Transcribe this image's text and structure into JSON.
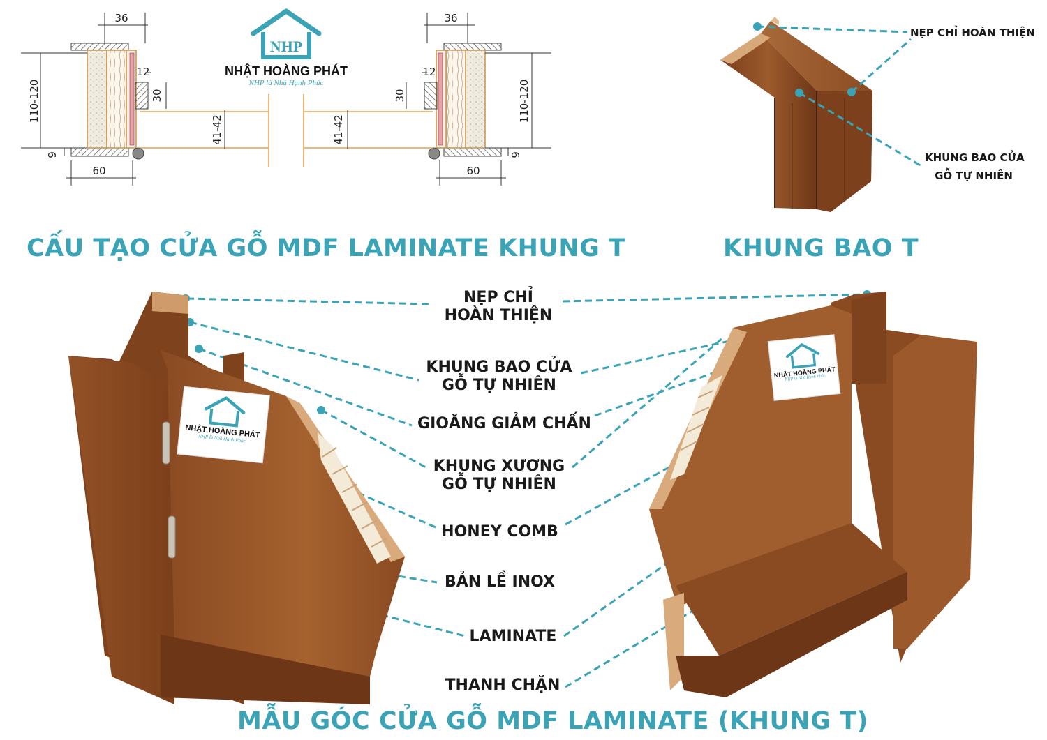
{
  "brand": {
    "name": "NHẬT HOÀNG PHÁT",
    "slogan": "NHP là Nhà Hạnh Phúc",
    "logo_initials": "NHP",
    "color_accent": "#3aa3b6"
  },
  "headings": {
    "structure": "CẤU TẠO CỬA GỖ MDF LAMINATE KHUNG T",
    "frame": "KHUNG BAO T",
    "sample": "MẪU GÓC CỬA GỖ MDF LAMINATE (KHUNG T)"
  },
  "drawing_dims": {
    "left": {
      "top_width": "36",
      "height": "110-120",
      "insert": "12",
      "insert_h": "30",
      "door_thick": "41-42",
      "bottom_gap": "9",
      "bottom_width": "60"
    },
    "right": {
      "top_width": "36",
      "height": "110-120",
      "insert": "12",
      "insert_h": "30",
      "door_thick": "41-42",
      "bottom_gap": "9",
      "bottom_width": "60"
    }
  },
  "frame_labels": {
    "trim": "NẸP CHỈ HOÀN THIỆN",
    "frame_line1": "KHUNG BAO CỬA",
    "frame_line2": "GỖ TỰ NHIÊN"
  },
  "part_labels": {
    "trim_1": "NẸP CHỈ",
    "trim_2": "HOÀN THIỆN",
    "frame_1": "KHUNG BAO CỬA",
    "frame_2": "GỖ TỰ NHIÊN",
    "gasket": "GIOĂNG GIẢM CHẤN",
    "core_1": "KHUNG XƯƠNG",
    "core_2": "GỖ TỰ NHIÊN",
    "honeycomb": "HONEY COMB",
    "hinge": "BẢN LỀ INOX",
    "laminate": "LAMINATE",
    "stopper": "THANH CHẶN"
  }
}
